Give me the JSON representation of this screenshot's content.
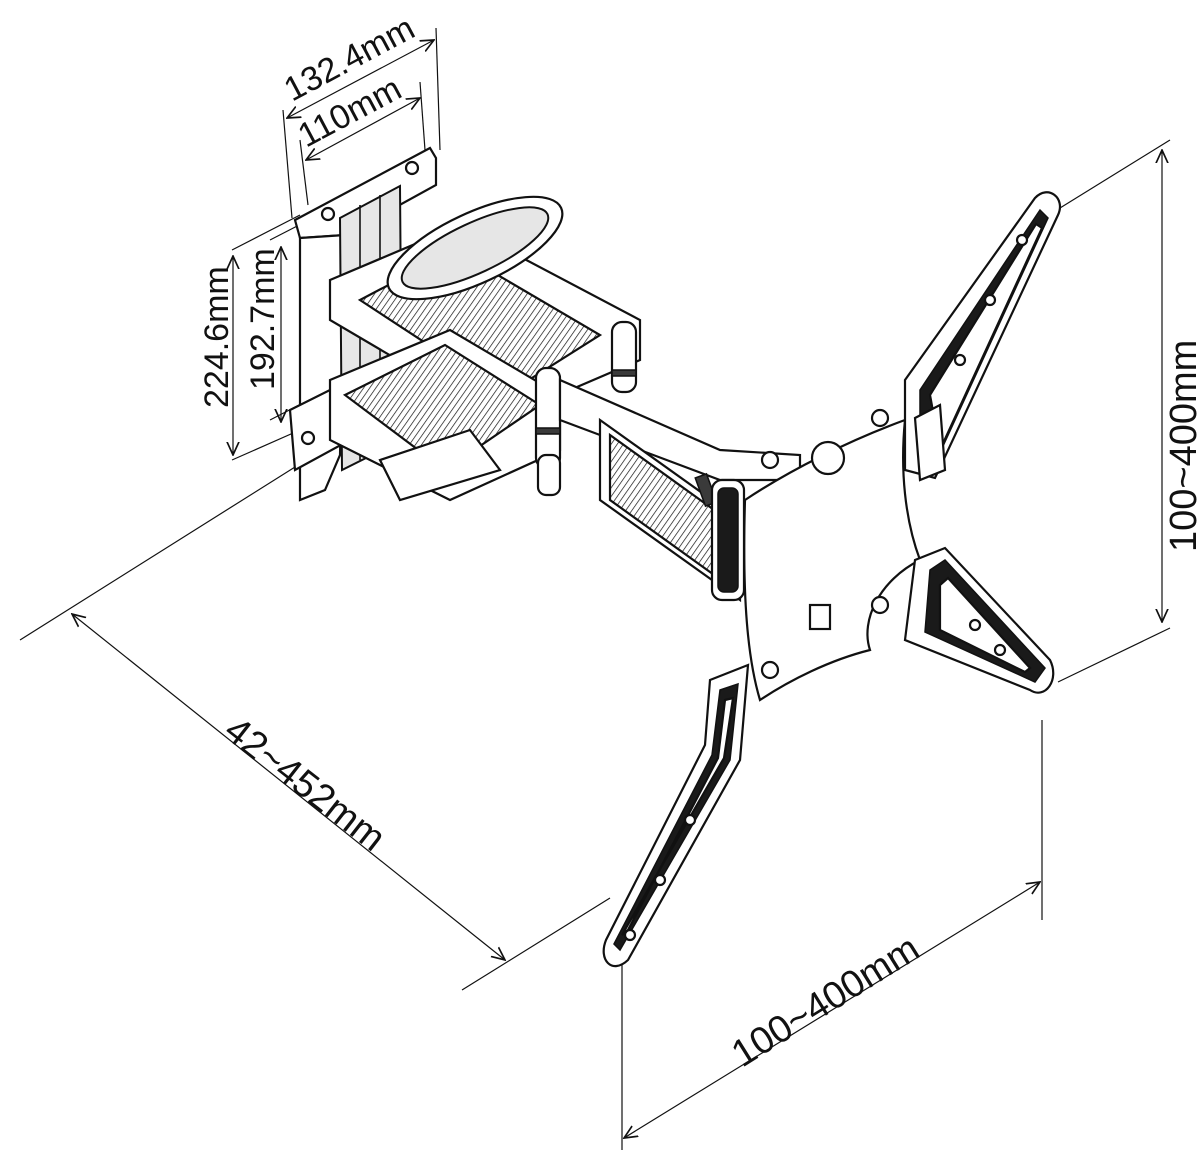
{
  "dimensions": {
    "plate_width_outer": "132.4mm",
    "plate_width_inner": "110mm",
    "plate_height_outer": "224.6mm",
    "plate_height_inner": "192.7mm",
    "extension": "42~452mm",
    "vesa_vertical": "100~400mm",
    "vesa_horizontal": "100~400mm"
  },
  "colors": {
    "line": "#111111",
    "background": "#ffffff"
  }
}
